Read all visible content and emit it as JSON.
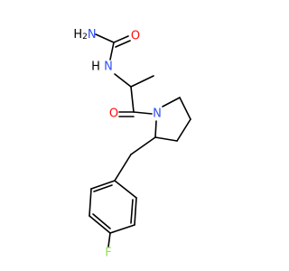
{
  "molecule": {
    "colors": {
      "bond": "#000000",
      "nitrogen": "#3050f8",
      "oxygen": "#ff0d0d",
      "fluorine": "#90e050",
      "hydrogen": "#000000"
    },
    "labels": {
      "amine": "H2N",
      "amine_h": "H",
      "amine_2": "2",
      "amine_n": "N",
      "urea_o": "O",
      "amide_nh_n": "N",
      "amide_nh_h": "H",
      "ketone_o": "O",
      "ring_n": "N",
      "fluoro": "F"
    }
  }
}
